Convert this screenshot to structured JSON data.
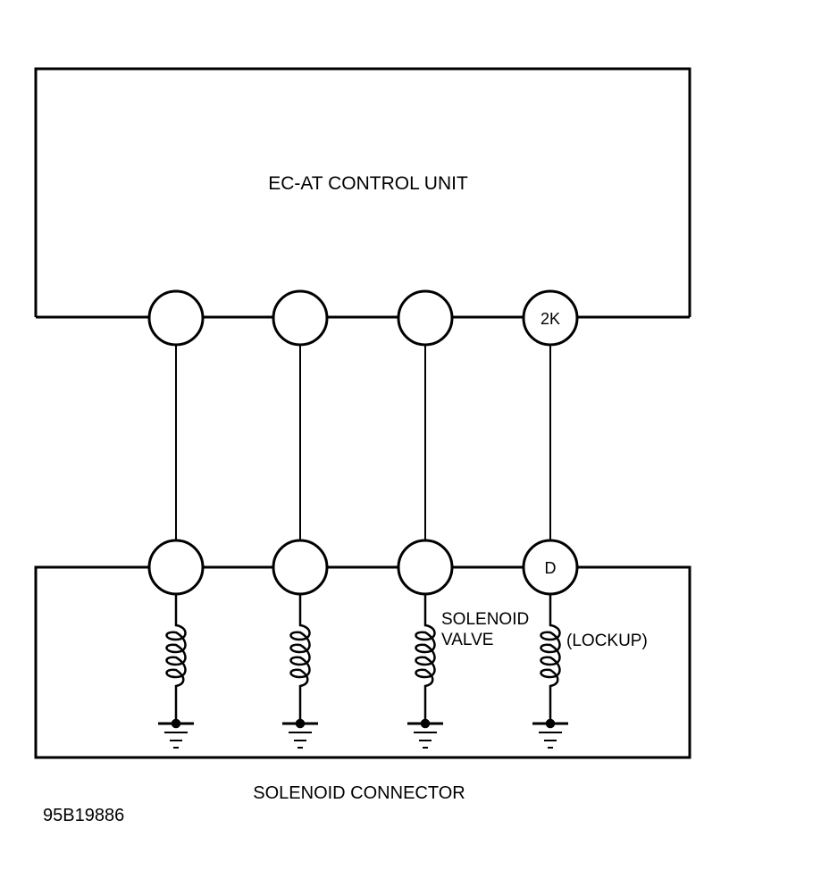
{
  "control_unit": {
    "label": "EC-AT CONTROL UNIT"
  },
  "control_unit_pins": [
    "",
    "",
    "",
    "2K"
  ],
  "connector_pins": [
    "",
    "",
    "",
    "D"
  ],
  "solenoid_label_line1": "SOLENOID",
  "solenoid_label_line2": "VALVE",
  "lockup_label": "(LOCKUP)",
  "connector_label": "SOLENOID CONNECTOR",
  "figure_id": "95B19886"
}
